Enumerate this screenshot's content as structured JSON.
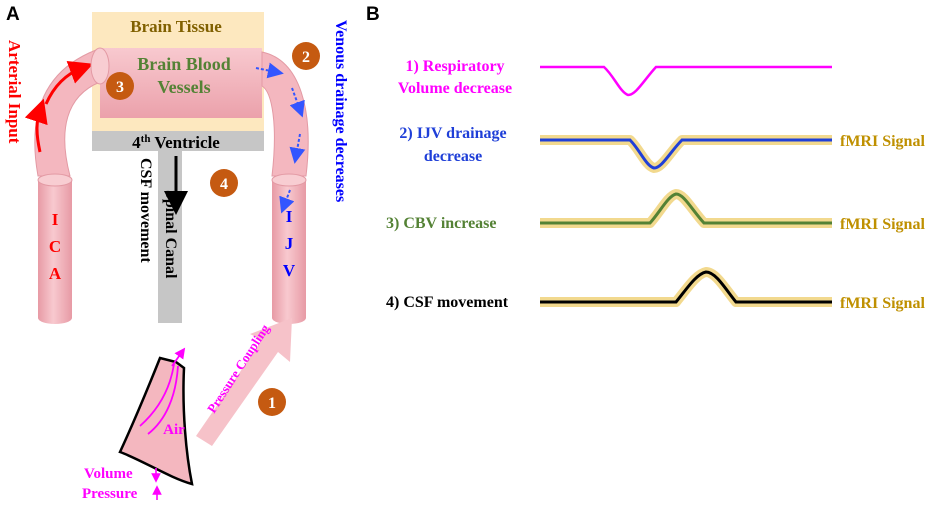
{
  "panel_a": {
    "label": "A",
    "brain_tissue": "Brain Tissue",
    "brain_blood_vessels_line1": "Brain Blood",
    "brain_blood_vessels_line2": "Vessels",
    "fourth_ventricle_num": "4",
    "fourth_ventricle_sup": "th",
    "fourth_ventricle_rest": " Ventricle",
    "arterial_input": "Arterial Input",
    "venous_drainage": "Venous drainage decreases",
    "ica": [
      "I",
      "C",
      "A"
    ],
    "ijv": [
      "I",
      "J",
      "V"
    ],
    "csf_movement": "CSF movement",
    "spinal_canal": "Spinal Canal",
    "pressure_coupling": "Pressure Coupling",
    "air": "Air",
    "volume": "Volume",
    "pressure": "Pressure",
    "markers": [
      "1",
      "2",
      "3",
      "4"
    ]
  },
  "panel_b": {
    "label": "B",
    "rows": [
      {
        "label_line1": "1) Respiratory",
        "label_line2": "Volume decrease",
        "signal_label": ""
      },
      {
        "label_line1": "2) IJV drainage",
        "label_line2": "decrease",
        "signal_label": "fMRI Signal"
      },
      {
        "label_line1": "3) CBV increase",
        "label_line2": "",
        "signal_label": "fMRI Signal"
      },
      {
        "label_line1": "4) CSF movement",
        "label_line2": "",
        "signal_label": "fMRI Signal"
      }
    ]
  },
  "colors": {
    "vessel": "#f4b7bf",
    "vessel_edge": "#e39aa4",
    "brain_tissue": "#fde8bf",
    "ventricle": "#c6c6c6",
    "marker": "#c55a11",
    "arterial": "#ff0000",
    "venous": "#0000ff",
    "magenta": "#ff00ff",
    "green": "#548235",
    "olive": "#806000",
    "gold": "#bf9000",
    "glow": "#f0d27a"
  }
}
